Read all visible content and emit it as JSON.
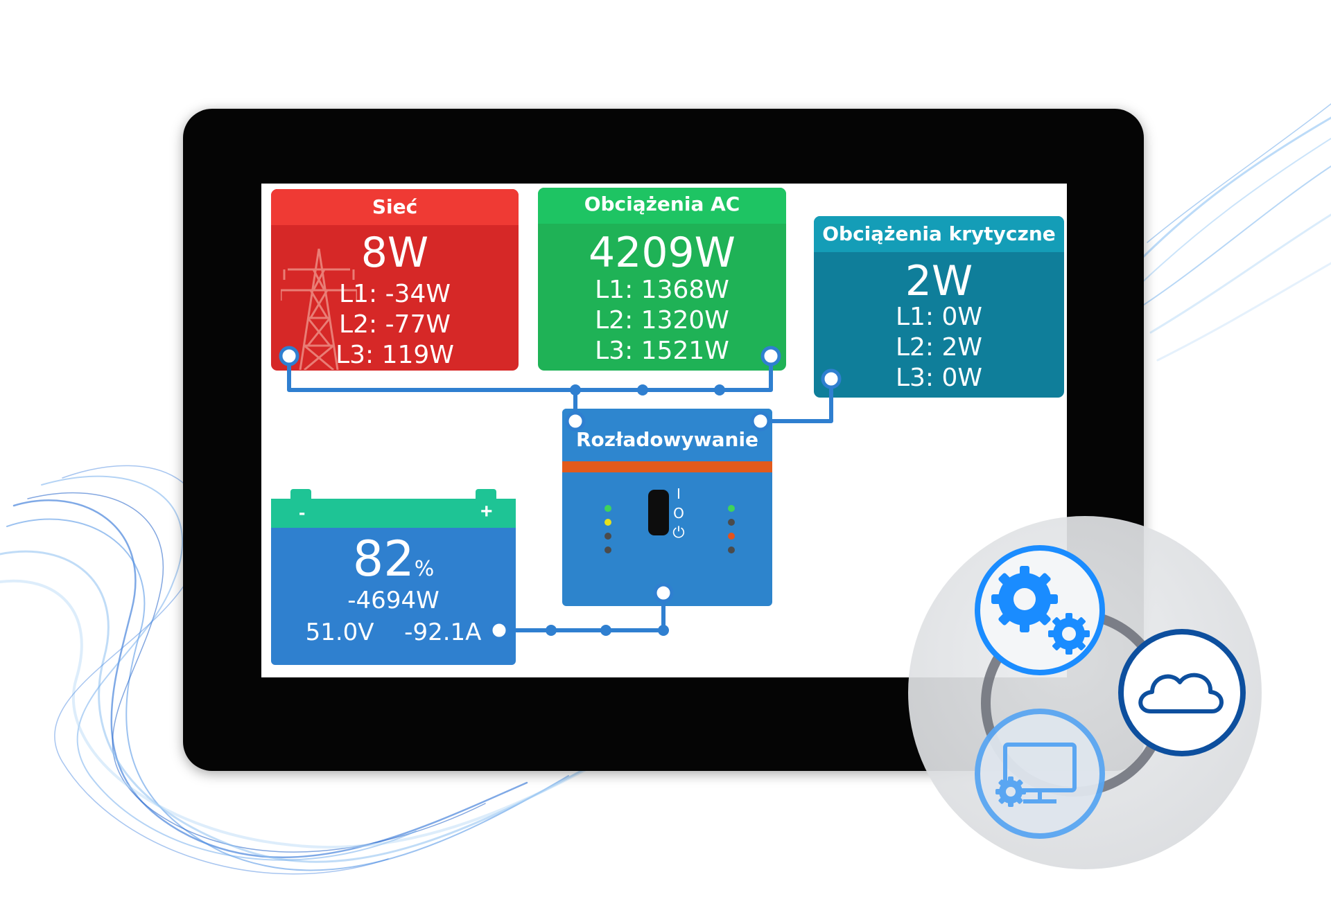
{
  "grid": {
    "title": "Sieć",
    "total": "8W",
    "l1": "L1: -34W",
    "l2": "L2: -77W",
    "l3": "L3: 119W",
    "icon": "power-pylon-icon"
  },
  "ac_loads": {
    "title": "Obciążenia AC",
    "total": "4209W",
    "l1": "L1: 1368W",
    "l2": "L2: 1320W",
    "l3": "L3: 1521W"
  },
  "critical_loads": {
    "title": "Obciążenia krytyczne",
    "total": "2W",
    "l1": "L1: 0W",
    "l2": "L2: 2W",
    "l3": "L3: 0W"
  },
  "inverter": {
    "title": "Rozładowywanie",
    "switch_labels": [
      "I",
      "O",
      "⏻"
    ]
  },
  "battery": {
    "percent": "82",
    "percent_unit": "%",
    "power": "-4694W",
    "voltage": "51.0V",
    "current": "-92.1A",
    "minus": "-",
    "plus": "+"
  },
  "badges": [
    "gears-icon",
    "cloud-icon",
    "monitor-settings-icon"
  ],
  "colors": {
    "grid": "#d62827",
    "ac_loads": "#1fb256",
    "critical": "#0f7e9a",
    "inverter": "#2d84cc",
    "battery": "#2f80cf",
    "battery_top": "#1ec495",
    "connector": "#2f7fd0",
    "accent_orange": "#e25a1c",
    "badge_blue": "#1a8cff",
    "badge_dark": "#0d4f9e"
  }
}
